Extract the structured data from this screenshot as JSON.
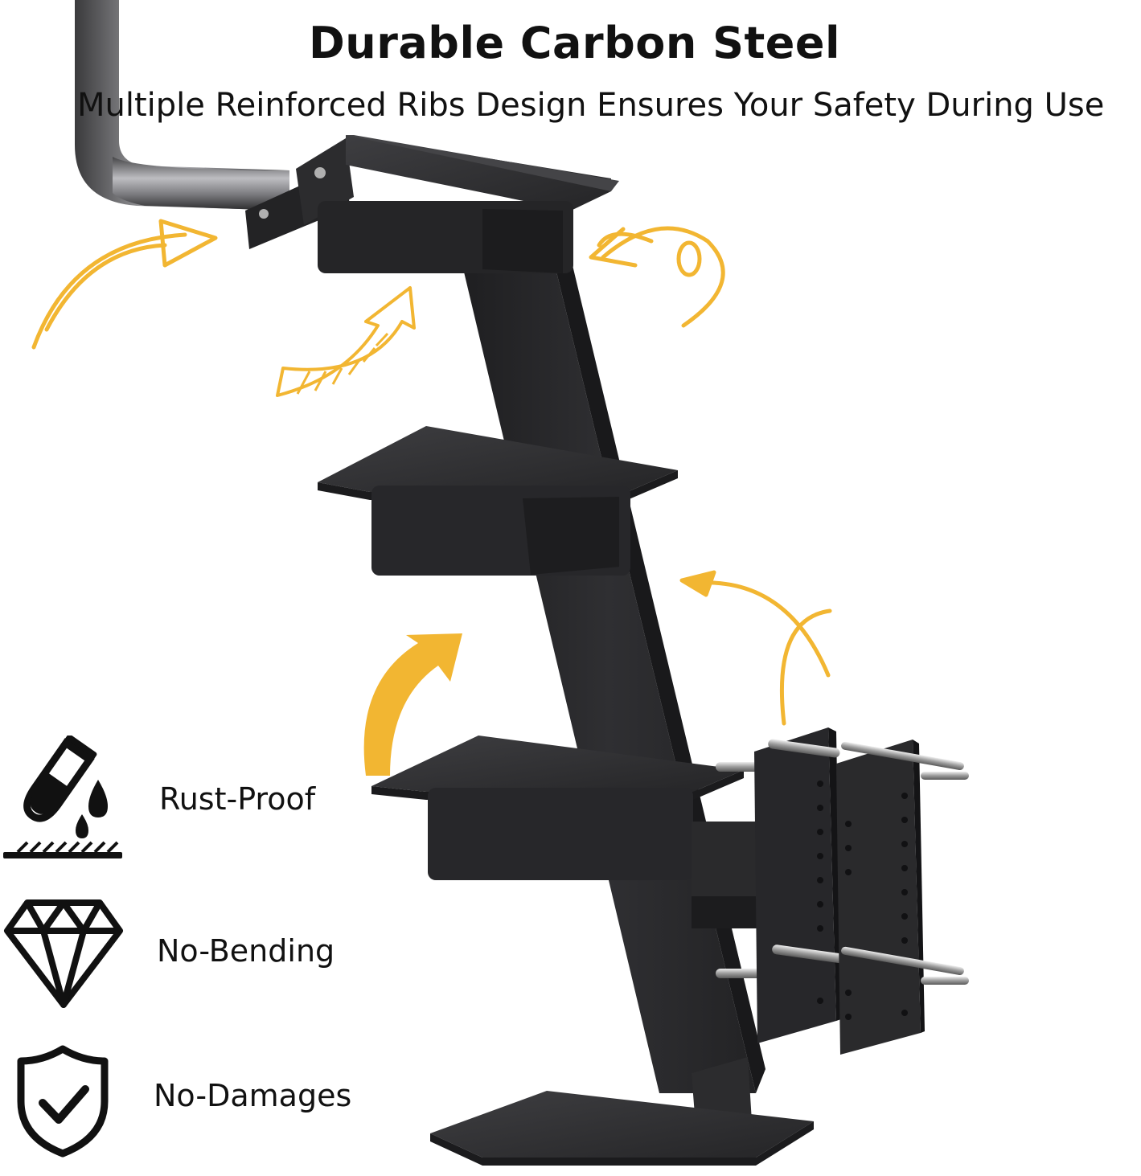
{
  "heading": {
    "title": "Durable Carbon Steel",
    "subtitle": "Multiple Reinforced Ribs Design Ensures Your Safety During Use"
  },
  "features": [
    {
      "label": "Rust-Proof",
      "icon": "rust-proof-icon"
    },
    {
      "label": "No-Bending",
      "icon": "diamond-icon"
    },
    {
      "label": "No-Damages",
      "icon": "shield-check-icon"
    }
  ],
  "colors": {
    "steel": "#2b2b2d",
    "accent_arrows": "#f2b632",
    "text": "#111111",
    "background": "#ffffff"
  }
}
